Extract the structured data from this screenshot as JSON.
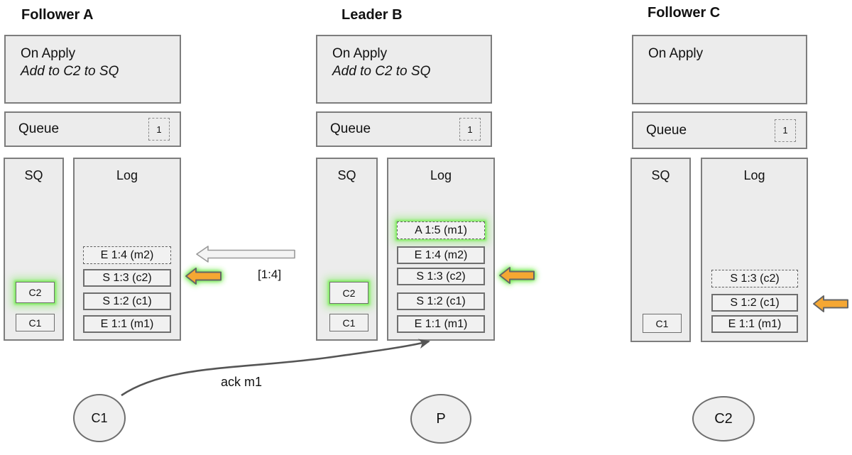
{
  "nodes": [
    {
      "title": "Follower A",
      "on_apply_line1": "On Apply",
      "on_apply_line2": "Add to C2 to SQ",
      "queue_label": "Queue",
      "queue_count": "1",
      "sq_label": "SQ",
      "sq_items": [
        {
          "label": "C2"
        },
        {
          "label": "C1"
        }
      ],
      "log_label": "Log",
      "log_entries": [
        {
          "text": "E 1:4 (m2)"
        },
        {
          "text": "S 1:3 (c2)"
        },
        {
          "text": "S 1:2 (c1)"
        },
        {
          "text": "E 1:1 (m1)"
        }
      ]
    },
    {
      "title": "Leader B",
      "on_apply_line1": "On Apply",
      "on_apply_line2": "Add to C2 to SQ",
      "queue_label": "Queue",
      "queue_count": "1",
      "sq_label": "SQ",
      "sq_items": [
        {
          "label": "C2"
        },
        {
          "label": "C1"
        }
      ],
      "log_label": "Log",
      "log_entries": [
        {
          "text": "A 1:5 (m1)"
        },
        {
          "text": "E 1:4 (m2)"
        },
        {
          "text": "S 1:3 (c2)"
        },
        {
          "text": "S 1:2 (c1)"
        },
        {
          "text": "E 1:1 (m1)"
        }
      ]
    },
    {
      "title": "Follower C",
      "on_apply_line1": "On Apply",
      "on_apply_line2": "",
      "queue_label": "Queue",
      "queue_count": "1",
      "sq_label": "SQ",
      "sq_items": [
        {
          "label": "C1"
        }
      ],
      "log_label": "Log",
      "log_entries": [
        {
          "text": "S 1:3 (c2)"
        },
        {
          "text": "S 1:2 (c1)"
        },
        {
          "text": "E 1:1 (m1)"
        }
      ]
    }
  ],
  "annotations": {
    "range_label": "[1:4]",
    "ack_label": "ack m1"
  },
  "actors": [
    {
      "label": "C1"
    },
    {
      "label": "P"
    },
    {
      "label": "C2"
    }
  ],
  "colors": {
    "orange_arrow": "#f5a733",
    "glow_green": "#5fe43a",
    "box_fill": "#ececec",
    "box_border": "#7d7d7d",
    "dark_arrow": "#555555",
    "white_arrow_fill": "#f4f4f4"
  }
}
